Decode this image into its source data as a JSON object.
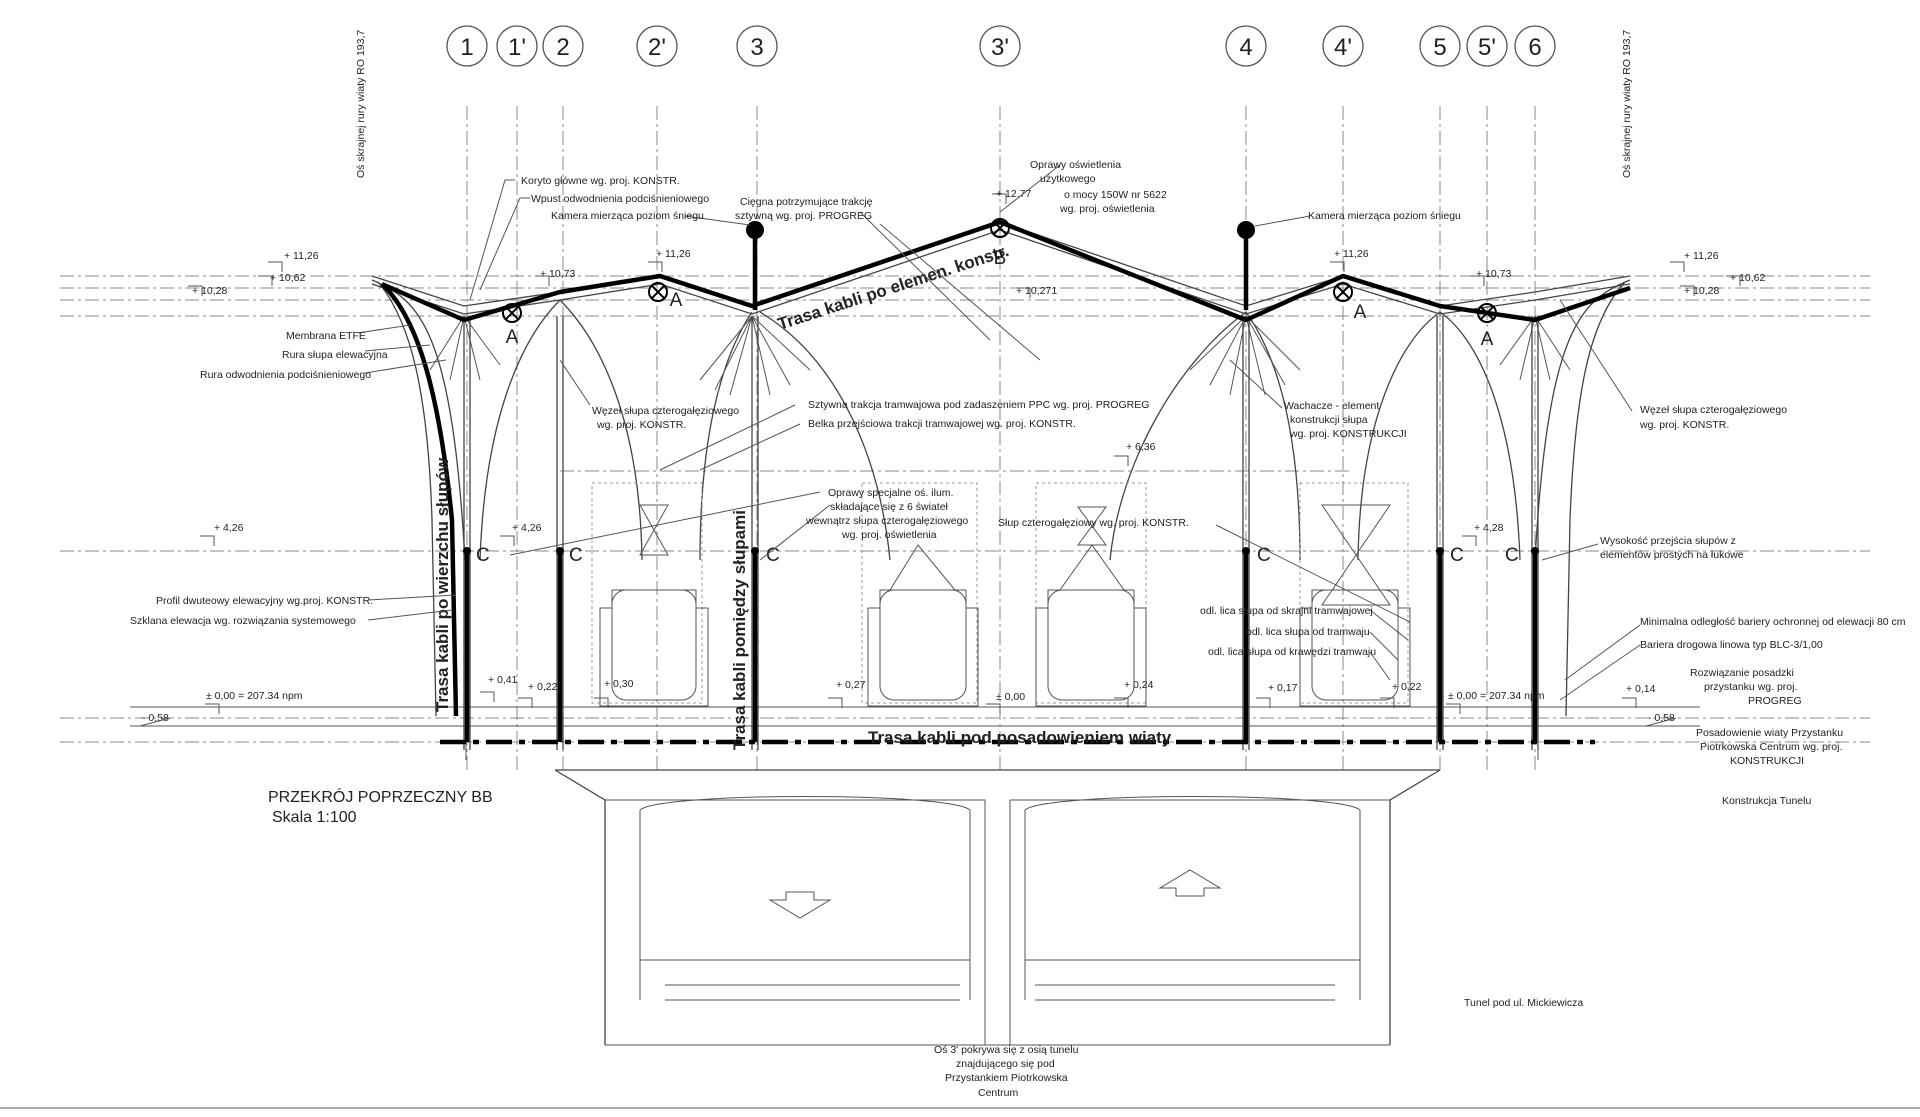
{
  "axes": [
    "1",
    "1'",
    "2",
    "2'",
    "3",
    "3'",
    "4",
    "4'",
    "5",
    "5'",
    "6"
  ],
  "title": "PRZEKRÓJ POPRZECZNY BB",
  "scale": "Skala 1:100",
  "cable_routes": {
    "roof": "Trasa kabli po elemen. konstr.",
    "columns_top": "Trasa kabli po wierzchu słupów",
    "between_columns": "Trasa kabli pomiędzy słupami",
    "foundation": "Trasa kabli pod posadowieniem wiaty"
  },
  "markers": {
    "a": "A",
    "b": "B",
    "c": "C"
  },
  "levels": {
    "l1126": "+ 11,26",
    "l1028": "+ 10,28",
    "l1062": "+ 10,62",
    "l1073": "+ 10,73",
    "l1277": "+ 12,77",
    "l10271": "+ 10,271",
    "l636": "+ 6,36",
    "l426": "+ 4,26",
    "l428": "+ 4,28",
    "l041": "+ 0,41",
    "l022": "+ 0,22",
    "l030": "+ 0,30",
    "l027": "+ 0,27",
    "l024": "+ 0,24",
    "l017": "+ 0,17",
    "l014": "+ 0,14",
    "l000": "± 0,00",
    "l000npm": "± 0,00 = 207.34 npm",
    "l058": "- 0,58"
  },
  "labels": {
    "vertical_axis": "Oś skrajnej rury wiaty RO 193,7",
    "koryto": "Koryto główne wg. proj. KONSTR.",
    "wpust": "Wpust odwodnienia podciśnieniowego",
    "kamera": "Kamera mierząca poziom śniegu",
    "ciegna1": "Cięgna potrzymujące trakcję",
    "ciegna2": "sztywną wg. proj. PROGREG",
    "oprawy1": "Oprawy oświetlenia",
    "oprawy2": "użytkowego",
    "oprawy3": "o mocy 150W nr 5622",
    "oprawy4": "wg. proj. oświetlenia",
    "membrana": "Membrana ETFE",
    "rura_slupa": "Rura słupa elewacyjna",
    "rura_odw": "Rura odwodnienia podciśnieniowego",
    "wezel1": "Węzeł słupa czterogałęziowego",
    "wezel2": "wg. proj. KONSTR.",
    "sztywna": "Sztywna trakcja tramwajowa pod zadaszeniem PPC wg. proj. PROGREG",
    "belka": "Belka przejściowa trakcji tramwajowej wg. proj. KONSTR.",
    "wachacze1": "Wachacze - element",
    "wachacze2": "konstrukcji słupa",
    "wachacze3": "wg. proj. KONSTRUKCJI",
    "specjalne1": "Oprawy specjalne oś. ilum.",
    "specjalne2": "składające się z 6 świateł",
    "specjalne3": "wewnątrz słupa czterogałęziowego",
    "specjalne4": "wg. proj. oświetlenia",
    "slup4": "Słup czterogałęziowy wg. proj. KONSTR.",
    "wysokosc1": "Wysokość przejścia słupów z",
    "wysokosc2": "elementów prostych na łukowe",
    "profil": "Profil dwuteowy elewacyjny wg.proj. KONSTR.",
    "szklana": "Szklana elewacja wg. rozwiązania systemowego",
    "odl1": "odl. lica słupa od skrajni tramwajowej",
    "odl2": "odl. lica słupa od tramwaju",
    "odl3": "odl. lica słupa od krawędzi tramwaju",
    "min_bariery": "Minimalna odległość bariery ochronnej od elewacji 80 cm",
    "bariera": "Bariera drogowa linowa typ BLC-3/1,00",
    "posadzka1": "Rozwiązanie posadzki",
    "posadzka2": "przystanku wg. proj.",
    "posadzka3": "PROGREG",
    "posad1": "Posadowienie wiaty Przystanku",
    "posad2": "Piotrkowska Centrum wg. proj.",
    "posad3": "KONSTRUKCJI",
    "tunel_konstr": "Konstrukcja Tunelu",
    "tunel": "Tunel pod ul. Mickiewicza",
    "os1": "Oś 3' pokrywa się z osią tunelu",
    "os2": "znajdującego się pod",
    "os3": "Przystankiem Piotrkowska",
    "os4": "Centrum"
  }
}
